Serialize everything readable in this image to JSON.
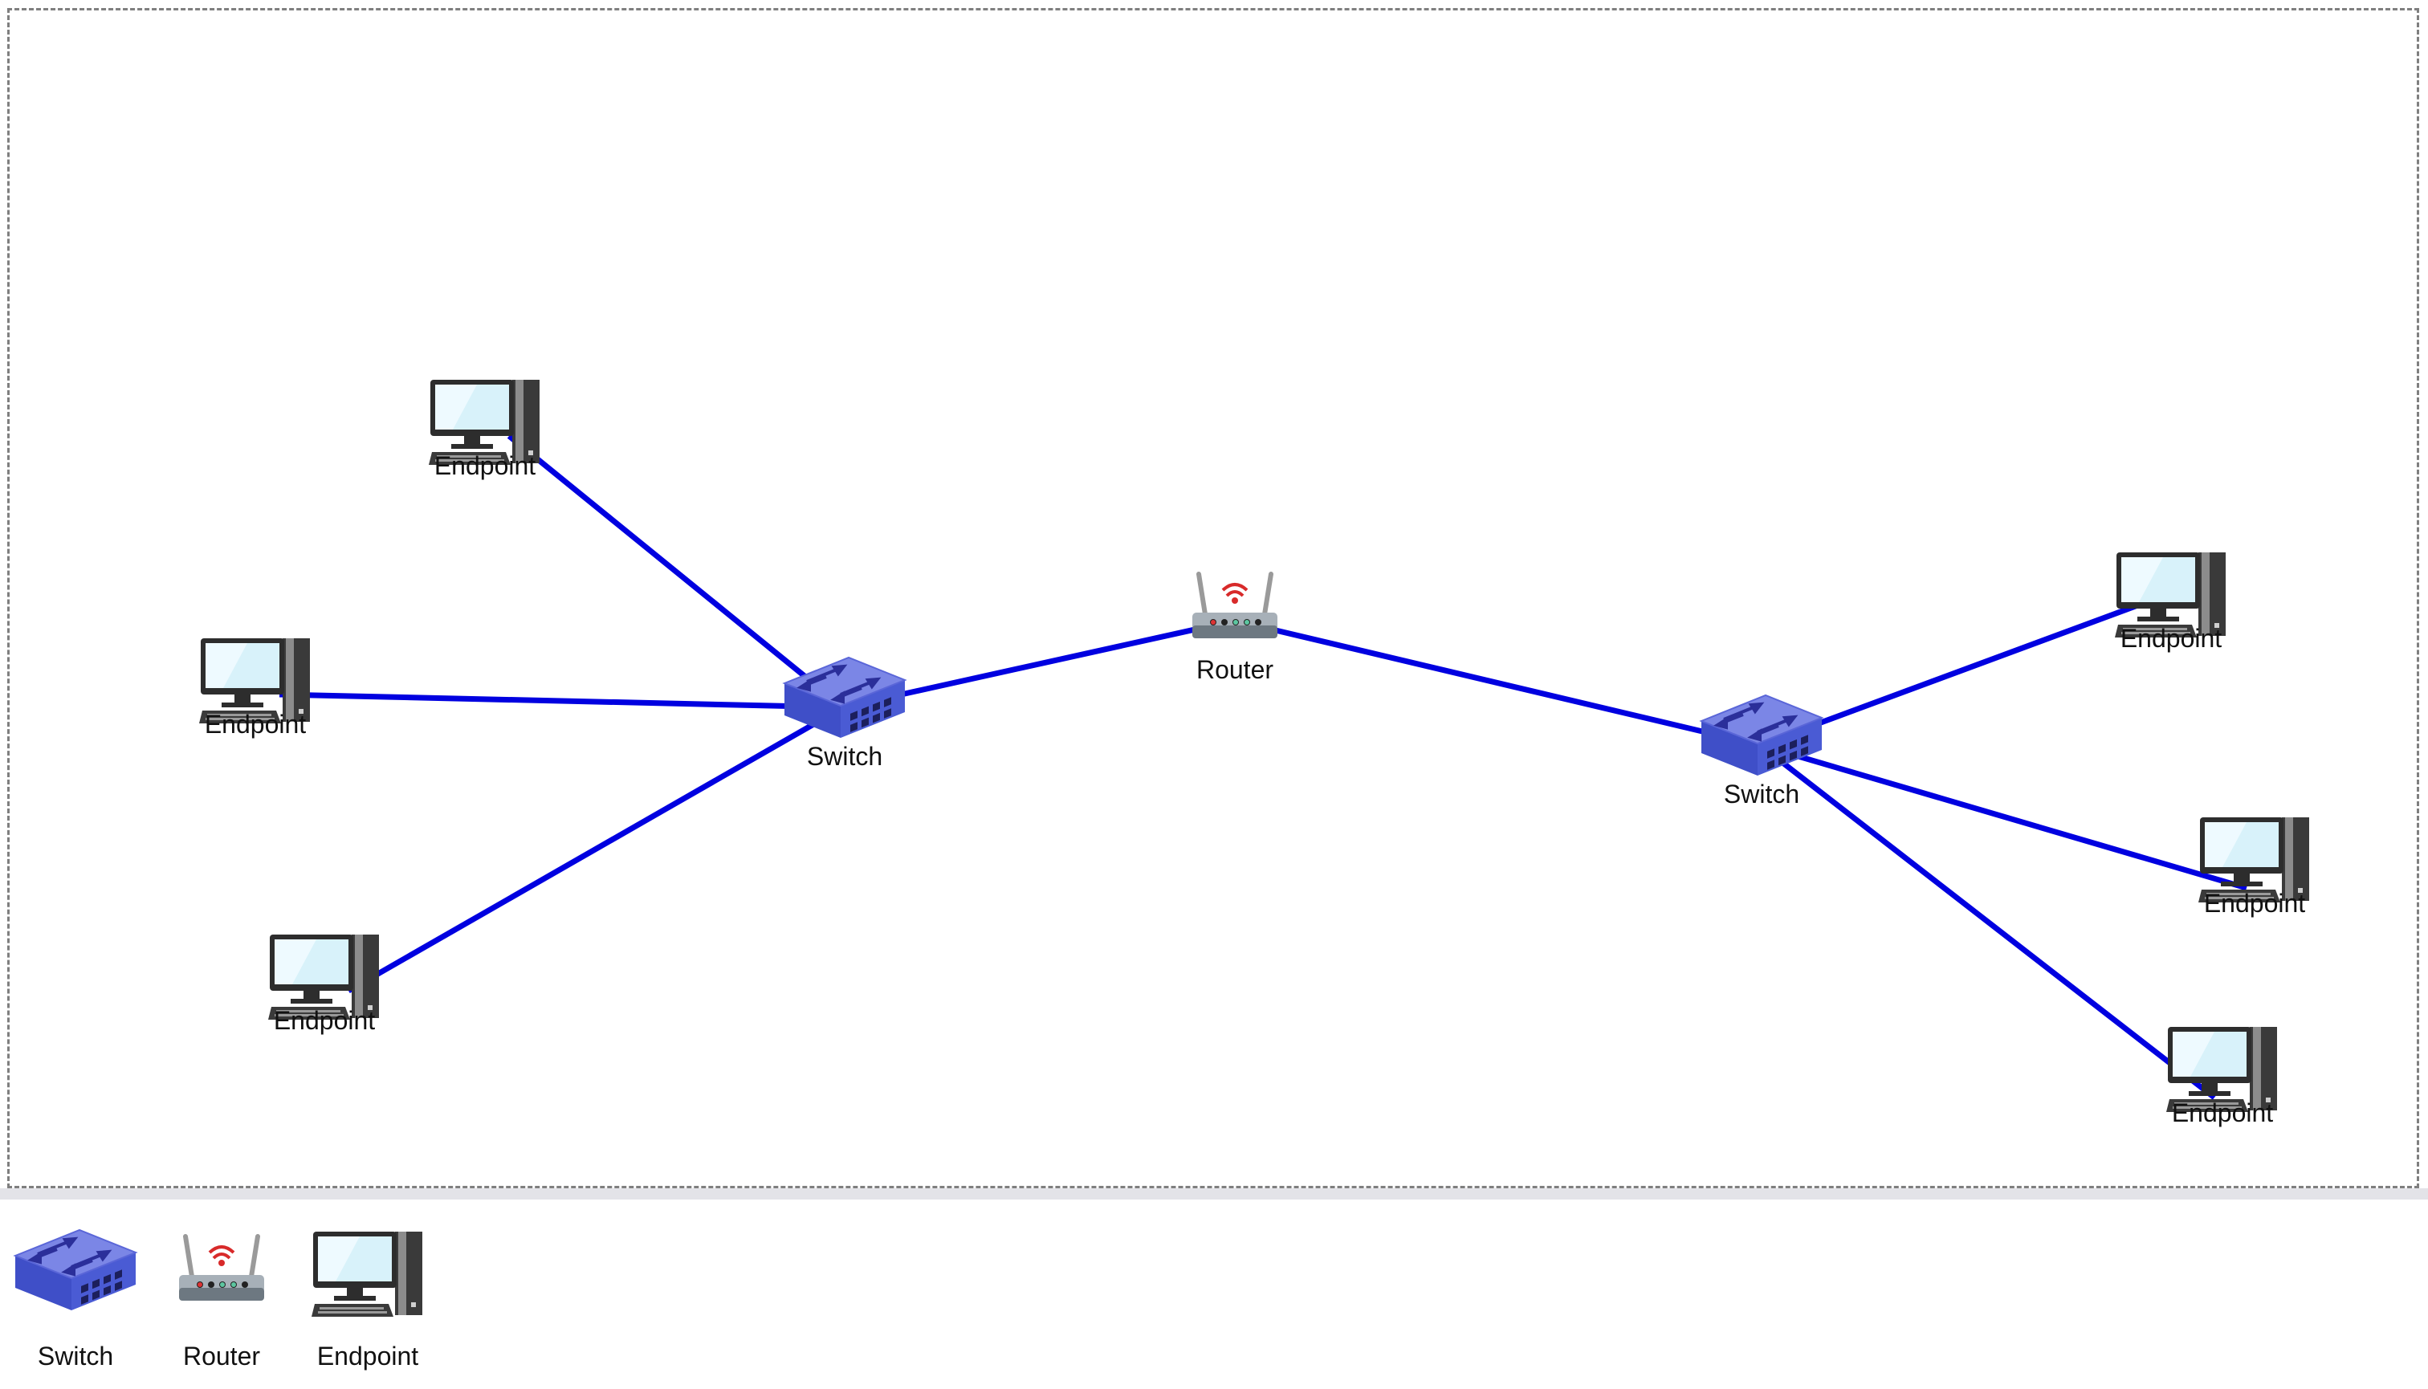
{
  "diagram": {
    "link_color": "#0000e0",
    "nodes": [
      {
        "id": "ep1",
        "type": "endpoint",
        "label": "Endpoint"
      },
      {
        "id": "ep2",
        "type": "endpoint",
        "label": "Endpoint"
      },
      {
        "id": "ep3",
        "type": "endpoint",
        "label": "Endpoint"
      },
      {
        "id": "sw1",
        "type": "switch",
        "label": "Switch"
      },
      {
        "id": "rt",
        "type": "router",
        "label": "Router"
      },
      {
        "id": "sw2",
        "type": "switch",
        "label": "Switch"
      },
      {
        "id": "ep4",
        "type": "endpoint",
        "label": "Endpoint"
      },
      {
        "id": "ep5",
        "type": "endpoint",
        "label": "Endpoint"
      },
      {
        "id": "ep6",
        "type": "endpoint",
        "label": "Endpoint"
      }
    ],
    "links": [
      {
        "from": "ep1",
        "to": "sw1"
      },
      {
        "from": "ep2",
        "to": "sw1"
      },
      {
        "from": "ep3",
        "to": "sw1"
      },
      {
        "from": "sw1",
        "to": "rt"
      },
      {
        "from": "rt",
        "to": "sw2"
      },
      {
        "from": "sw2",
        "to": "ep4"
      },
      {
        "from": "sw2",
        "to": "ep5"
      },
      {
        "from": "sw2",
        "to": "ep6"
      }
    ]
  },
  "palette": {
    "items": [
      {
        "type": "switch",
        "label": "Switch"
      },
      {
        "type": "router",
        "label": "Router"
      },
      {
        "type": "endpoint",
        "label": "Endpoint"
      }
    ]
  }
}
